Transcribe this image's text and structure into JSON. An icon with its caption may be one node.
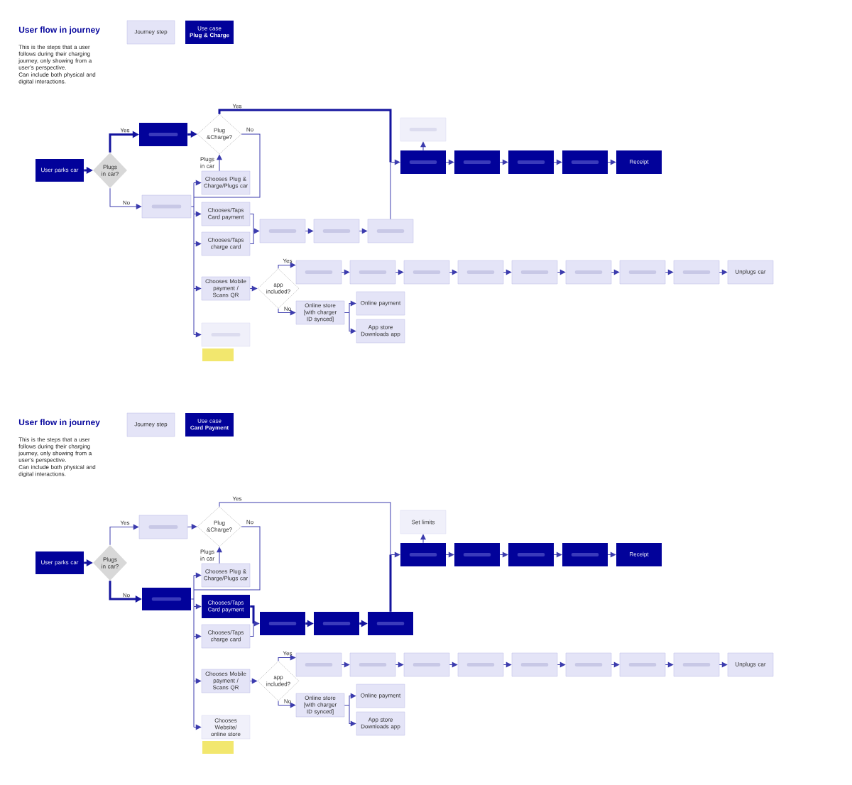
{
  "diagram": {
    "nodes": [
      {
        "text": [
          "Journey step"
        ]
      },
      {
        "text": [
          "Use case",
          "Plug & Charge"
        ]
      },
      {
        "text": [
          "User parks car"
        ]
      },
      {
        "text": [
          "Plugs in car?"
        ]
      },
      {
        "text": [],
        "shape": "box"
      },
      {
        "text": [
          "Plug &Charge?"
        ]
      },
      {
        "text": [],
        "shape": "box"
      },
      {
        "text": [
          "Chooses Plug & Charge/Plugs car"
        ]
      },
      {
        "text": [
          "Chooses/Taps Card payment"
        ]
      },
      {
        "text": [
          "Chooses/Taps charge card"
        ]
      },
      {
        "text": [
          "Chooses Mobile payment / Scans QR"
        ]
      },
      {
        "text": [],
        "shape": "box"
      },
      {
        "text": [],
        "shape": "box"
      },
      {
        "text": [],
        "shape": "box"
      },
      {
        "text": [],
        "shape": "box"
      },
      {
        "text": [],
        "shape": "box"
      },
      {
        "text": [],
        "shape": "box"
      },
      {
        "text": [],
        "shape": "box"
      },
      {
        "text": [],
        "shape": "box"
      },
      {
        "text": [],
        "shape": "box"
      },
      {
        "text": [
          "Receipt"
        ]
      },
      {
        "text": [
          "app included?"
        ]
      },
      {
        "text": [],
        "shape": "box"
      },
      {
        "text": [],
        "shape": "box"
      },
      {
        "text": [],
        "shape": "box"
      },
      {
        "text": [],
        "shape": "box"
      },
      {
        "text": [],
        "shape": "box"
      },
      {
        "text": [],
        "shape": "box"
      },
      {
        "text": [],
        "shape": "box"
      },
      {
        "text": [],
        "shape": "box"
      },
      {
        "text": [
          "Unplugs car"
        ]
      },
      {
        "text": [
          "Online store [with charger ID synced]"
        ]
      },
      {
        "text": [
          "Online payment"
        ]
      },
      {
        "text": [
          "App store Downloads app"
        ]
      },
      {
        "text": [
          "Journey step"
        ]
      },
      {
        "text": [
          "Use case",
          "Card Payment"
        ]
      },
      {
        "text": [
          "User parks car"
        ]
      },
      {
        "text": [
          "Plugs in car?"
        ]
      },
      {
        "text": [],
        "shape": "box"
      },
      {
        "text": [
          "Plug &Charge?"
        ]
      },
      {
        "text": [],
        "shape": "box"
      },
      {
        "text": [
          "Chooses Plug & Charge/Plugs car"
        ]
      },
      {
        "text": [
          "Chooses/Taps Card payment"
        ]
      },
      {
        "text": [
          "Chooses/Taps charge card"
        ]
      },
      {
        "text": [
          "Chooses Mobile payment / Scans QR"
        ]
      },
      {
        "text": [
          "Chooses Website/ online store"
        ]
      },
      {
        "text": [],
        "shape": "box"
      },
      {
        "text": [],
        "shape": "box"
      },
      {
        "text": [],
        "shape": "box"
      },
      {
        "text": [
          "Set limits"
        ]
      },
      {
        "text": [],
        "shape": "box"
      },
      {
        "text": [],
        "shape": "box"
      },
      {
        "text": [],
        "shape": "box"
      },
      {
        "text": [],
        "shape": "box"
      },
      {
        "text": [
          "Receipt"
        ]
      },
      {
        "text": [
          "app included?"
        ]
      },
      {
        "text": [],
        "shape": "box"
      },
      {
        "text": [],
        "shape": "box"
      },
      {
        "text": [],
        "shape": "box"
      },
      {
        "text": [],
        "shape": "box"
      },
      {
        "text": [],
        "shape": "box"
      },
      {
        "text": [],
        "shape": "box"
      },
      {
        "text": [],
        "shape": "box"
      },
      {
        "text": [],
        "shape": "box"
      },
      {
        "text": [
          "Unplugs car"
        ]
      },
      {
        "text": [
          "Online store [with charger ID synced]"
        ]
      },
      {
        "text": [
          "Online payment"
        ]
      },
      {
        "text": [
          "App store Downloads app"
        ]
      }
    ],
    "edges": [
      {
        "from": 2,
        "to": 3,
        "arrow": "to",
        "style": "thick"
      },
      {
        "from": 3,
        "to": 4,
        "arrow": "to",
        "label": "Yes",
        "style": "thick"
      },
      {
        "from": 3,
        "to": 6,
        "arrow": "to",
        "label": "No"
      },
      {
        "from": 4,
        "to": 5,
        "arrow": "to",
        "style": "thick"
      },
      {
        "from": 5,
        "to": 16,
        "arrow": "to",
        "label": "Yes",
        "style": "thick"
      },
      {
        "from": 5,
        "to": 7,
        "arrow": "to",
        "label": "No"
      },
      {
        "from": 5,
        "to": 8,
        "arrow": "to"
      },
      {
        "from": 5,
        "to": 9,
        "arrow": "to"
      },
      {
        "from": 5,
        "to": 10,
        "arrow": "to"
      },
      {
        "from": 5,
        "to": 11,
        "arrow": "to"
      },
      {
        "from": 6,
        "to": 7,
        "arrow": "to"
      },
      {
        "from": 6,
        "to": 8,
        "arrow": "to"
      },
      {
        "from": 6,
        "to": 9,
        "arrow": "to"
      },
      {
        "from": 6,
        "to": 10,
        "arrow": "to"
      },
      {
        "from": 6,
        "to": 11,
        "arrow": "to"
      },
      {
        "from": 7,
        "to": 5,
        "arrow": "to",
        "label": "Plugs in car"
      },
      {
        "from": 8,
        "to": 12,
        "arrow": "to"
      },
      {
        "from": 9,
        "to": 12,
        "arrow": "to"
      },
      {
        "from": 12,
        "to": 13,
        "arrow": "to"
      },
      {
        "from": 13,
        "to": 14,
        "arrow": "to"
      },
      {
        "from": 14,
        "to": 16,
        "arrow": "to"
      },
      {
        "from": 16,
        "to": 15,
        "arrow": "to"
      },
      {
        "from": 16,
        "to": 17,
        "arrow": "to"
      },
      {
        "from": 17,
        "to": 18,
        "arrow": "to"
      },
      {
        "from": 18,
        "to": 19,
        "arrow": "to"
      },
      {
        "from": 19,
        "to": 20,
        "arrow": "to"
      },
      {
        "from": 10,
        "to": 21,
        "arrow": "to"
      },
      {
        "from": 21,
        "to": 22,
        "arrow": "to",
        "label": "Yes"
      },
      {
        "from": 21,
        "to": 31,
        "arrow": "to",
        "label": "No"
      },
      {
        "from": 31,
        "to": 32,
        "arrow": "to"
      },
      {
        "from": 31,
        "to": 33,
        "arrow": "to"
      },
      {
        "from": 22,
        "to": 23,
        "arrow": "to"
      },
      {
        "from": 23,
        "to": 24,
        "arrow": "to"
      },
      {
        "from": 24,
        "to": 25,
        "arrow": "to"
      },
      {
        "from": 25,
        "to": 26,
        "arrow": "to"
      },
      {
        "from": 26,
        "to": 27,
        "arrow": "to"
      },
      {
        "from": 27,
        "to": 28,
        "arrow": "to"
      },
      {
        "from": 28,
        "to": 29,
        "arrow": "to"
      },
      {
        "from": 29,
        "to": 30,
        "arrow": "to"
      },
      {
        "from": 36,
        "to": 37,
        "arrow": "to",
        "style": "thick"
      },
      {
        "from": 37,
        "to": 38,
        "arrow": "to",
        "label": "Yes"
      },
      {
        "from": 37,
        "to": 40,
        "arrow": "to",
        "label": "No",
        "style": "thick"
      },
      {
        "from": 38,
        "to": 39,
        "arrow": "to"
      },
      {
        "from": 39,
        "to": 50,
        "arrow": "to",
        "label": "Yes"
      },
      {
        "from": 39,
        "to": 41,
        "arrow": "to",
        "label": "No"
      },
      {
        "from": 39,
        "to": 42,
        "arrow": "to"
      },
      {
        "from": 39,
        "to": 43,
        "arrow": "to"
      },
      {
        "from": 39,
        "to": 44,
        "arrow": "to"
      },
      {
        "from": 39,
        "to": 45,
        "arrow": "to"
      },
      {
        "from": 40,
        "to": 41,
        "arrow": "to"
      },
      {
        "from": 40,
        "to": 42,
        "arrow": "to"
      },
      {
        "from": 40,
        "to": 43,
        "arrow": "to"
      },
      {
        "from": 40,
        "to": 44,
        "arrow": "to"
      },
      {
        "from": 40,
        "to": 45,
        "arrow": "to"
      },
      {
        "from": 41,
        "to": 39,
        "arrow": "to",
        "label": "Plugs in car"
      },
      {
        "from": 42,
        "to": 46,
        "arrow": "to",
        "style": "thick"
      },
      {
        "from": 43,
        "to": 46,
        "arrow": "to"
      },
      {
        "from": 46,
        "to": 47,
        "arrow": "to",
        "style": "thick"
      },
      {
        "from": 47,
        "to": 48,
        "arrow": "to",
        "style": "thick"
      },
      {
        "from": 48,
        "to": 50,
        "arrow": "to",
        "style": "thick"
      },
      {
        "from": 50,
        "to": 49,
        "arrow": "to"
      },
      {
        "from": 50,
        "to": 51,
        "arrow": "to"
      },
      {
        "from": 51,
        "to": 52,
        "arrow": "to"
      },
      {
        "from": 52,
        "to": 53,
        "arrow": "to"
      },
      {
        "from": 53,
        "to": 54,
        "arrow": "to"
      },
      {
        "from": 44,
        "to": 55,
        "arrow": "to"
      },
      {
        "from": 55,
        "to": 56,
        "arrow": "to",
        "label": "Yes"
      },
      {
        "from": 55,
        "to": 65,
        "arrow": "to",
        "label": "No"
      },
      {
        "from": 65,
        "to": 66,
        "arrow": "to"
      },
      {
        "from": 65,
        "to": 67,
        "arrow": "to"
      },
      {
        "from": 56,
        "to": 57,
        "arrow": "to"
      },
      {
        "from": 57,
        "to": 58,
        "arrow": "to"
      },
      {
        "from": 58,
        "to": 59,
        "arrow": "to"
      },
      {
        "from": 59,
        "to": 60,
        "arrow": "to"
      },
      {
        "from": 60,
        "to": 61,
        "arrow": "to"
      },
      {
        "from": 61,
        "to": 62,
        "arrow": "to"
      },
      {
        "from": 62,
        "to": 63,
        "arrow": "to"
      },
      {
        "from": 63,
        "to": 64,
        "arrow": "to"
      }
    ],
    "labels": [
      "User flow in journey",
      "This is the steps that a user follows during their charging journey, only showing from a user’s perspective.",
      "Can include both physical and digital interactions.",
      "User flow in journey",
      "This is the steps that a user follows during their charging journey, only showing from a user’s perspective.",
      "Can include both physical and digital interactions."
    ]
  }
}
